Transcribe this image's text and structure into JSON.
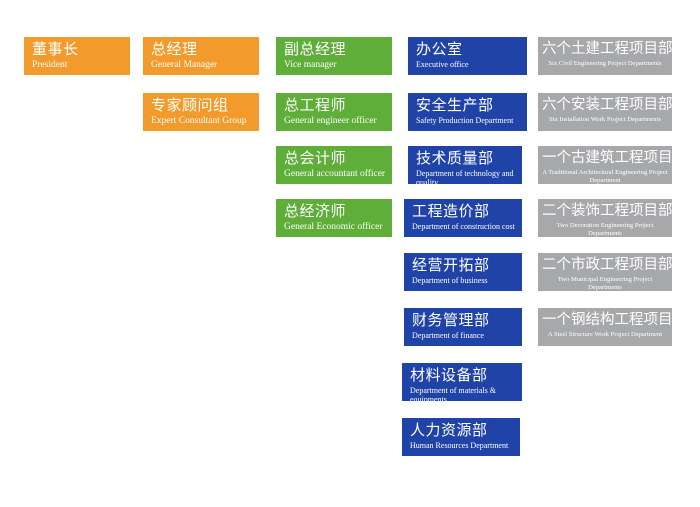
{
  "president": {
    "zh": "董事长",
    "en": "President"
  },
  "general_manager": {
    "zh": "总经理",
    "en": "General Manager"
  },
  "expert_group": {
    "zh": "专家顾问组",
    "en": "Expert Consultant Group"
  },
  "vice_managers": [
    {
      "zh": "副总经理",
      "en": "Vice manager"
    },
    {
      "zh": "总工程师",
      "en": "General engineer officer"
    },
    {
      "zh": "总会计师",
      "en": "General accountant officer"
    },
    {
      "zh": "总经济师",
      "en": "General Economic officer"
    }
  ],
  "departments": [
    {
      "zh": "办公室",
      "en": "Executive office"
    },
    {
      "zh": "安全生产部",
      "en": "Safety Production Department"
    },
    {
      "zh": "技术质量部",
      "en": "Department of technology and quality"
    },
    {
      "zh": "工程造价部",
      "en": "Department of construction cost"
    },
    {
      "zh": "经营开拓部",
      "en": "Department of business"
    },
    {
      "zh": "财务管理部",
      "en": "Department of finance"
    },
    {
      "zh": "材料设备部",
      "en": "Department of materials & equipments"
    },
    {
      "zh": "人力资源部",
      "en": "Human Resources Department"
    }
  ],
  "project_departments": [
    {
      "zh": "六个土建工程项目部",
      "en": "Six Civil Engineering Project Departments"
    },
    {
      "zh": "六个安装工程项目部",
      "en": "Six Installation Work Project Departments"
    },
    {
      "zh": "一个古建筑工程项目部",
      "en": "A Traditional Architectural Engineering Project Department"
    },
    {
      "zh": "二个装饰工程项目部",
      "en": "Two Decoration Engineering Project Departments"
    },
    {
      "zh": "二个市政工程项目部",
      "en": "Two Municipal Engineering Project Departments"
    },
    {
      "zh": "一个钢结构工程项目部",
      "en": "A Steel Structure Work Project Department"
    }
  ],
  "colors": {
    "executive": "#f39a2c",
    "officers": "#5fae3a",
    "departments": "#2043a8",
    "projects": "#a7a8aa"
  }
}
